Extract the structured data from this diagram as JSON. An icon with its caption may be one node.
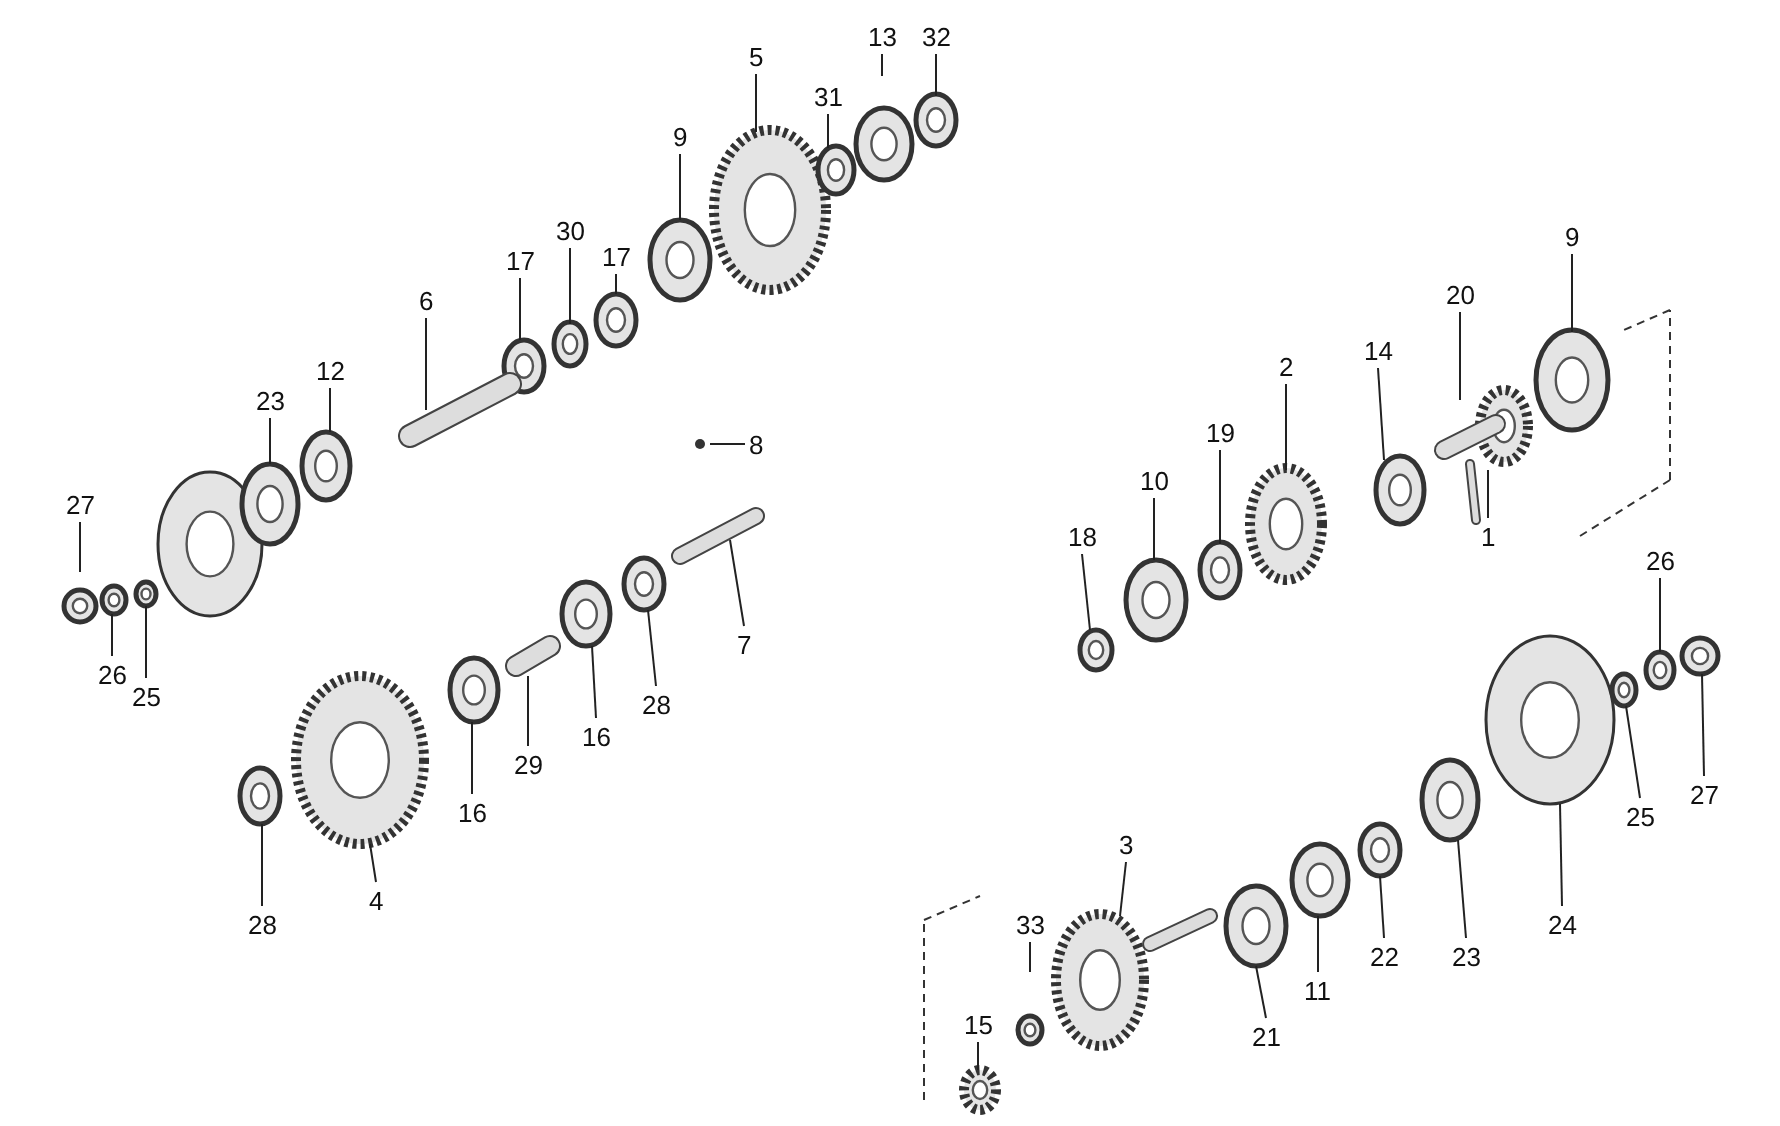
{
  "diagram": {
    "nodes": [
      {
        "text": [
          "32"
        ]
      },
      {
        "text": [
          "13"
        ]
      },
      {
        "text": [
          "5"
        ]
      },
      {
        "text": [
          "31"
        ]
      },
      {
        "text": [
          "9"
        ]
      },
      {
        "text": [
          "30"
        ]
      },
      {
        "text": [
          "9"
        ]
      },
      {
        "text": [
          "17"
        ]
      },
      {
        "text": [
          "17"
        ]
      },
      {
        "text": [
          "20"
        ]
      },
      {
        "text": [
          "6"
        ]
      },
      {
        "text": [
          "14"
        ]
      },
      {
        "text": [
          "2"
        ]
      },
      {
        "text": [
          "12"
        ]
      },
      {
        "text": [
          "23"
        ]
      },
      {
        "text": [
          "19"
        ]
      },
      {
        "text": [
          "8"
        ]
      },
      {
        "text": [
          "10"
        ]
      },
      {
        "text": [
          "27"
        ]
      },
      {
        "text": [
          "1"
        ]
      },
      {
        "text": [
          "18"
        ]
      },
      {
        "text": [
          "26"
        ]
      },
      {
        "text": [
          "7"
        ]
      },
      {
        "text": [
          "26"
        ]
      },
      {
        "text": [
          "25"
        ]
      },
      {
        "text": [
          "28"
        ]
      },
      {
        "text": [
          "16"
        ]
      },
      {
        "text": [
          "29"
        ]
      },
      {
        "text": [
          "27"
        ]
      },
      {
        "text": [
          "25"
        ]
      },
      {
        "text": [
          "3"
        ]
      },
      {
        "text": [
          "16"
        ]
      },
      {
        "text": [
          "4"
        ]
      },
      {
        "text": [
          "28"
        ]
      },
      {
        "text": [
          "24"
        ]
      },
      {
        "text": [
          "33"
        ]
      },
      {
        "text": [
          "23"
        ]
      },
      {
        "text": [
          "22"
        ]
      },
      {
        "text": [
          "11"
        ]
      },
      {
        "text": [
          "15"
        ]
      },
      {
        "text": [
          "21"
        ]
      }
    ],
    "edges": [
      {
        "from": 0,
        "to": null,
        "arrow": "none"
      },
      {
        "from": 1,
        "to": null,
        "arrow": "none"
      },
      {
        "from": 2,
        "to": null,
        "arrow": "none"
      },
      {
        "from": 3,
        "to": null,
        "arrow": "none"
      },
      {
        "from": 4,
        "to": null,
        "arrow": "none"
      },
      {
        "from": 5,
        "to": null,
        "arrow": "none"
      },
      {
        "from": 6,
        "to": null,
        "arrow": "none"
      },
      {
        "from": 7,
        "to": null,
        "arrow": "none"
      },
      {
        "from": 8,
        "to": null,
        "arrow": "none"
      },
      {
        "from": 9,
        "to": null,
        "arrow": "none"
      },
      {
        "from": 10,
        "to": null,
        "arrow": "none"
      },
      {
        "from": 11,
        "to": null,
        "arrow": "none"
      },
      {
        "from": 12,
        "to": null,
        "arrow": "none"
      },
      {
        "from": 13,
        "to": null,
        "arrow": "none"
      },
      {
        "from": 14,
        "to": null,
        "arrow": "none"
      },
      {
        "from": 15,
        "to": null,
        "arrow": "none"
      },
      {
        "from": 16,
        "to": null,
        "arrow": "none"
      },
      {
        "from": 17,
        "to": null,
        "arrow": "none"
      },
      {
        "from": 18,
        "to": null,
        "arrow": "none"
      },
      {
        "from": 19,
        "to": null,
        "arrow": "none"
      },
      {
        "from": 20,
        "to": null,
        "arrow": "none"
      },
      {
        "from": 21,
        "to": null,
        "arrow": "none"
      },
      {
        "from": 22,
        "to": null,
        "arrow": "none"
      },
      {
        "from": 23,
        "to": null,
        "arrow": "none"
      },
      {
        "from": 24,
        "to": null,
        "arrow": "none"
      },
      {
        "from": 25,
        "to": null,
        "arrow": "none"
      },
      {
        "from": 26,
        "to": null,
        "arrow": "none"
      },
      {
        "from": 27,
        "to": null,
        "arrow": "none"
      },
      {
        "from": 28,
        "to": null,
        "arrow": "none"
      },
      {
        "from": 29,
        "to": null,
        "arrow": "none"
      },
      {
        "from": 30,
        "to": null,
        "arrow": "none"
      },
      {
        "from": 31,
        "to": null,
        "arrow": "none"
      },
      {
        "from": 32,
        "to": null,
        "arrow": "none"
      },
      {
        "from": 33,
        "to": null,
        "arrow": "none"
      },
      {
        "from": 34,
        "to": null,
        "arrow": "none"
      },
      {
        "from": 35,
        "to": null,
        "arrow": "none"
      },
      {
        "from": 36,
        "to": null,
        "arrow": "none"
      },
      {
        "from": 37,
        "to": null,
        "arrow": "none"
      },
      {
        "from": 38,
        "to": null,
        "arrow": "none"
      },
      {
        "from": 39,
        "to": null,
        "arrow": "none"
      },
      {
        "from": 40,
        "to": null,
        "arrow": "none"
      }
    ]
  }
}
